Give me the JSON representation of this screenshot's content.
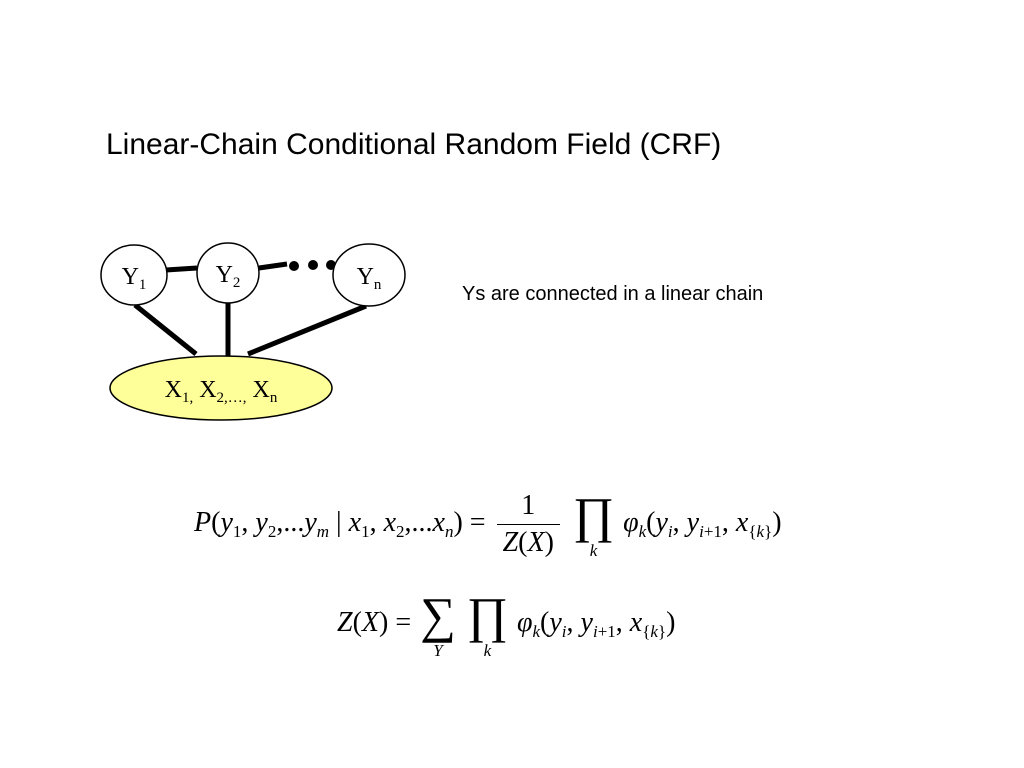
{
  "slide": {
    "title": "Linear-Chain Conditional Random Field (CRF)",
    "caption": "Ys are connected in a linear chain"
  },
  "diagram": {
    "nodes": [
      {
        "id": "y1",
        "label": "Y",
        "sub": "1"
      },
      {
        "id": "y2",
        "label": "Y",
        "sub": "2"
      },
      {
        "id": "yn",
        "label": "Y",
        "sub": "n"
      }
    ],
    "observation": {
      "parts": [
        {
          "label": "X",
          "sub": "1,"
        },
        {
          "label": " X",
          "sub": "2,…,"
        },
        {
          "label": " X",
          "sub": "n"
        }
      ],
      "fill": "#ffff99",
      "stroke": "#000000"
    }
  },
  "equations": {
    "eq1": {
      "lhs": "P(y1, y2,...ym | x1, x2,...xn) =",
      "numerator": "1",
      "denominator": "Z(X)",
      "product_symbol": "∏",
      "product_index": "k",
      "factor": "φk(yi, yi+1, x{k})"
    },
    "eq2": {
      "lhs": "Z(X) =",
      "sum_symbol": "∑",
      "sum_index": "Y",
      "product_symbol": "∏",
      "product_index": "k",
      "factor": "φk(yi, yi+1, x{k})"
    }
  }
}
